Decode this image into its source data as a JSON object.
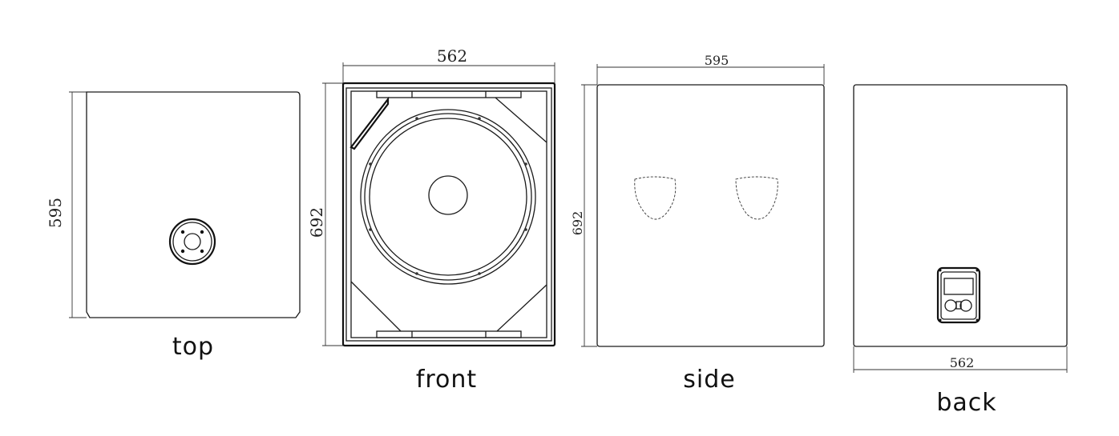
{
  "views": {
    "top": {
      "label": "top",
      "dim_vertical": "595"
    },
    "front": {
      "label": "front",
      "dim_horizontal": "562",
      "dim_vertical": "692"
    },
    "side": {
      "label": "side",
      "dim_horizontal": "595",
      "dim_vertical": "692"
    },
    "back": {
      "label": "back",
      "dim_horizontal": "562"
    }
  }
}
